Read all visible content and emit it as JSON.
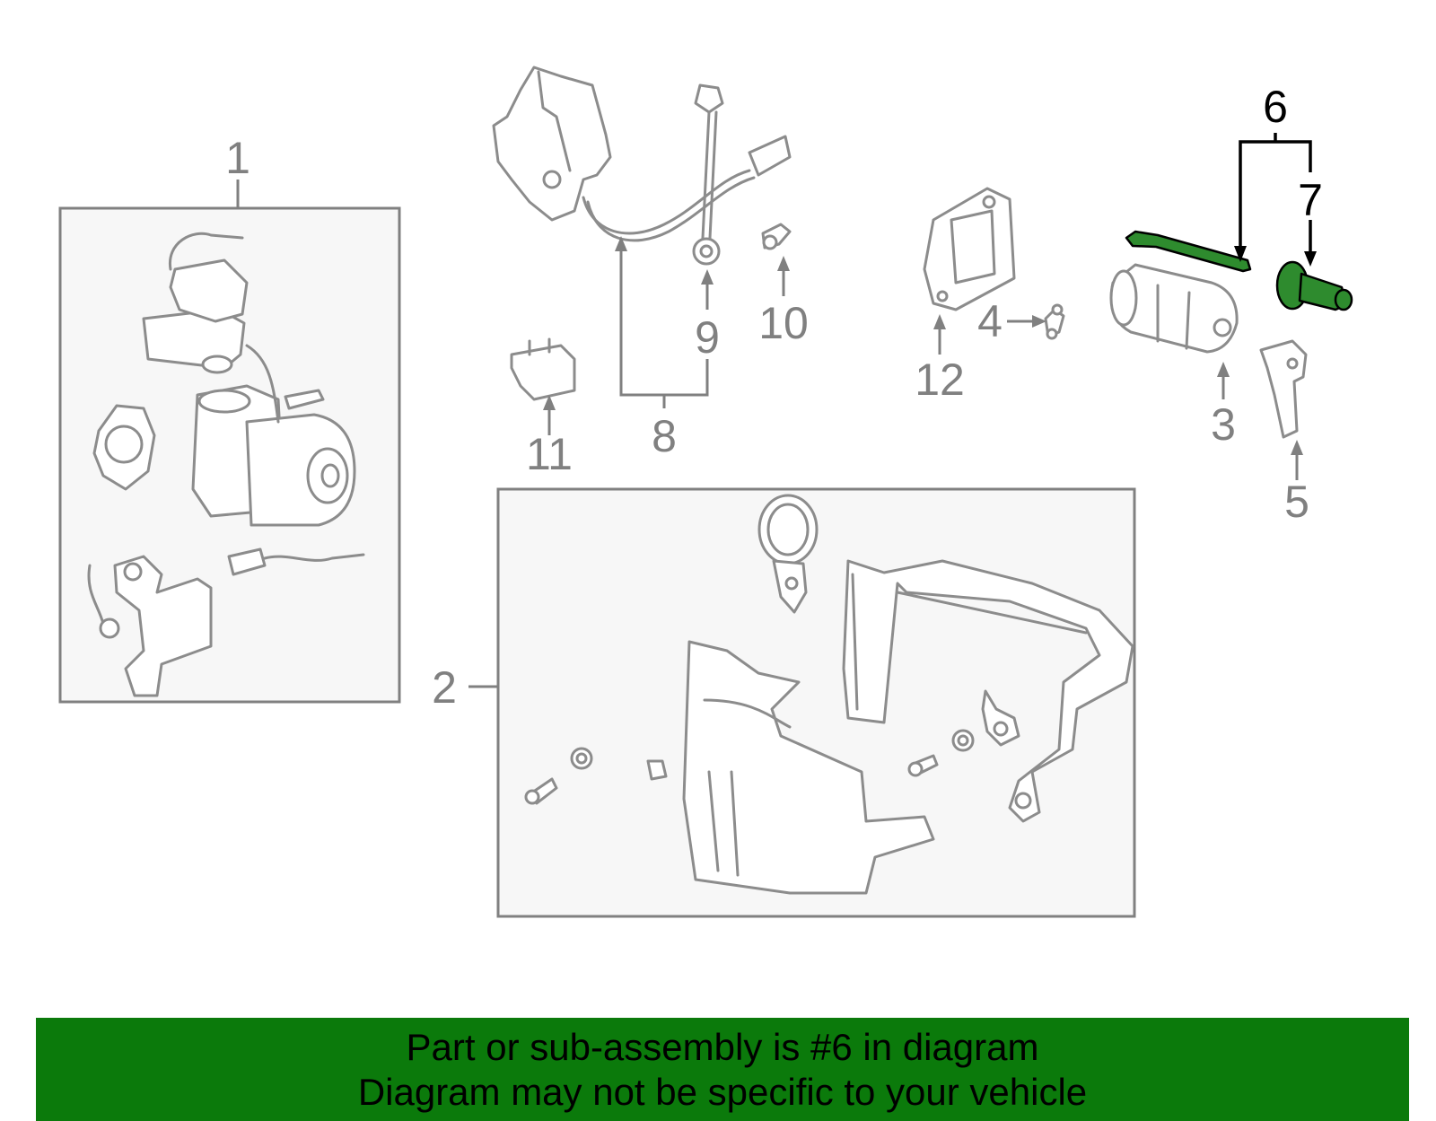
{
  "callouts": {
    "c1": "1",
    "c2": "2",
    "c3": "3",
    "c4": "4",
    "c5": "5",
    "c6": "6",
    "c7": "7",
    "c8": "8",
    "c9": "9",
    "c10": "10",
    "c11": "11",
    "c12": "12"
  },
  "highlight": {
    "part_number": "6",
    "color": "#2e8b2e"
  },
  "footer": {
    "line1": "Part or sub-assembly is #6 in diagram",
    "line2": "Diagram may not be specific to your vehicle",
    "background": "#0b7a0b"
  }
}
